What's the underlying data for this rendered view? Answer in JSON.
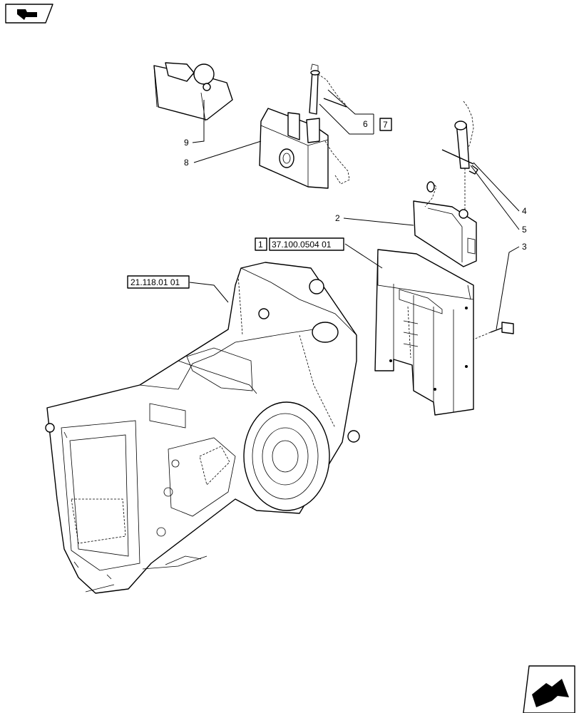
{
  "nav": {
    "top_left_icon": "page-back-icon",
    "bottom_right_icon": "page-forward-icon"
  },
  "references": {
    "box_1": "1",
    "ref_1": "37.100.0504 01",
    "ref_2": "21.118.01 01",
    "box_7": "7"
  },
  "callouts": {
    "n2": "2",
    "n3": "3",
    "n4": "4",
    "n5": "5",
    "n6": "6",
    "n8": "8",
    "n9": "9"
  }
}
